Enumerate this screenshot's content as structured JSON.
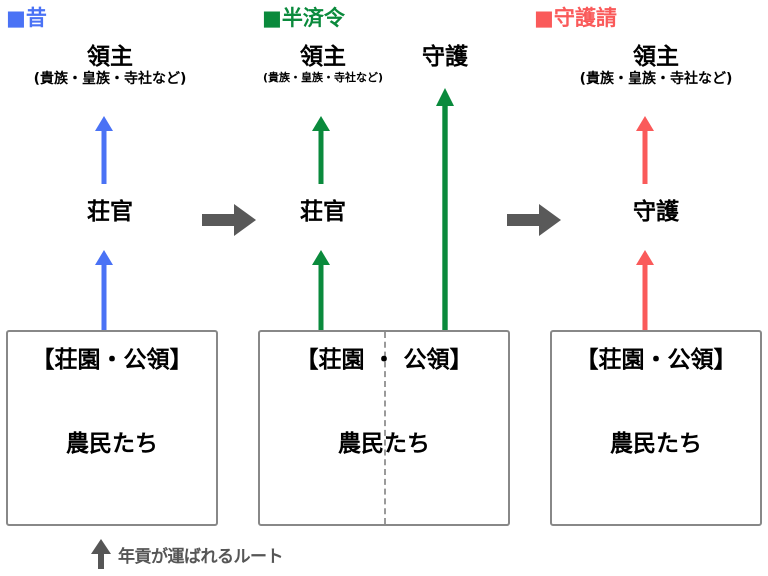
{
  "diagram": {
    "title_colors": {
      "old": "#4a72f5",
      "hanzeirei": "#0a8a3c",
      "shugouke": "#fa5a5a",
      "gray_arrow": "#595959",
      "legend_text": "#565656",
      "box_border": "#888888",
      "divider": "#9a9a9a"
    },
    "sections": [
      {
        "id": "old",
        "header": "■昔",
        "accent": "#4a72f5",
        "nodes": [
          {
            "name": "lord",
            "title": "領主",
            "sub": "(貴族・皇族・寺社など)"
          },
          {
            "name": "shokan",
            "title": "荘官",
            "sub": ""
          }
        ],
        "box": {
          "title": "【荘園・公領】",
          "body": "農民たち",
          "divided": false
        }
      },
      {
        "id": "hanzeirei",
        "header": "■半済令",
        "accent": "#0a8a3c",
        "nodes": [
          {
            "name": "lord",
            "title": "領主",
            "sub": "(貴族・皇族・寺社など)"
          },
          {
            "name": "shugo",
            "title": "守護",
            "sub": ""
          },
          {
            "name": "shokan",
            "title": "荘官",
            "sub": ""
          }
        ],
        "box": {
          "title": "【荘園 ・ 公領】",
          "body": "農民たち",
          "divided": true
        }
      },
      {
        "id": "shugouke",
        "header": "■守護請",
        "accent": "#fa5a5a",
        "nodes": [
          {
            "name": "lord",
            "title": "領主",
            "sub": "(貴族・皇族・寺社など)"
          },
          {
            "name": "shugo",
            "title": "守護",
            "sub": ""
          }
        ],
        "box": {
          "title": "【荘園・公領】",
          "body": "農民たち",
          "divided": false
        }
      }
    ],
    "transitions": [
      {
        "name": "transition-1",
        "glyph": "→"
      },
      {
        "name": "transition-2",
        "glyph": "→"
      }
    ],
    "legend": {
      "arrow_glyph": "↑",
      "text": "年貢が運ばれるルート"
    }
  }
}
